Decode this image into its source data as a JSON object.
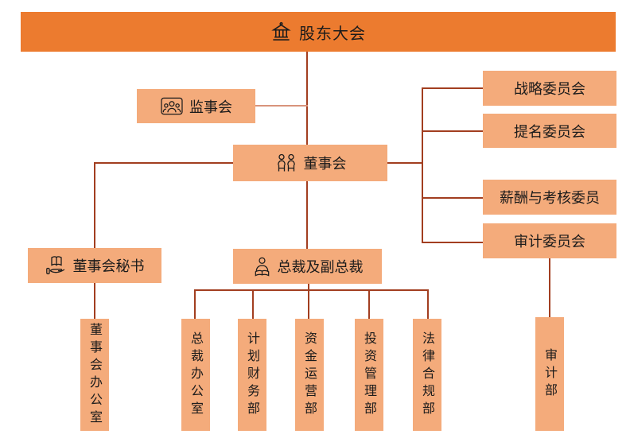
{
  "diagram_type": "org-chart",
  "colors": {
    "banner_fill": "#EC7B2F",
    "node_fill": "#F4AB7B",
    "connector": "#A23E20",
    "connector_light": "#D8937B",
    "text": "#1b1b1b"
  },
  "org": {
    "root": {
      "label": "股东大会",
      "icon": "bank-icon"
    },
    "supervisory_board": {
      "label": "监事会",
      "icon": "group-frame-icon"
    },
    "board_of_directors": {
      "label": "董事会",
      "icon": "two-people-icon"
    },
    "committees": [
      {
        "label": "战略委员会"
      },
      {
        "label": "提名委员会"
      },
      {
        "label": "薪酬与考核委员"
      },
      {
        "label": "审计委员会"
      }
    ],
    "board_secretary": {
      "label": "董事会秘书",
      "icon": "book-hand-icon"
    },
    "president": {
      "label": "总裁及副总裁",
      "icon": "person-book-icon"
    },
    "departments": [
      {
        "label": "董事会办公室"
      },
      {
        "label": "总裁办公室"
      },
      {
        "label": "计划财务部"
      },
      {
        "label": "资金运营部"
      },
      {
        "label": "投资管理部"
      },
      {
        "label": "法律合规部"
      },
      {
        "label": "审计部"
      }
    ],
    "edges": [
      {
        "from": "股东大会",
        "to": "董事会"
      },
      {
        "from": "监事会",
        "to": "股东大会-董事会连线"
      },
      {
        "from": "董事会",
        "to": "战略委员会"
      },
      {
        "from": "董事会",
        "to": "提名委员会"
      },
      {
        "from": "董事会",
        "to": "薪酬与考核委员"
      },
      {
        "from": "董事会",
        "to": "审计委员会"
      },
      {
        "from": "董事会",
        "to": "董事会秘书"
      },
      {
        "from": "董事会",
        "to": "总裁及副总裁"
      },
      {
        "from": "董事会秘书",
        "to": "董事会办公室"
      },
      {
        "from": "总裁及副总裁",
        "to": "总裁办公室"
      },
      {
        "from": "总裁及副总裁",
        "to": "计划财务部"
      },
      {
        "from": "总裁及副总裁",
        "to": "资金运营部"
      },
      {
        "from": "总裁及副总裁",
        "to": "投资管理部"
      },
      {
        "from": "总裁及副总裁",
        "to": "法律合规部"
      },
      {
        "from": "审计委员会",
        "to": "审计部"
      }
    ]
  }
}
